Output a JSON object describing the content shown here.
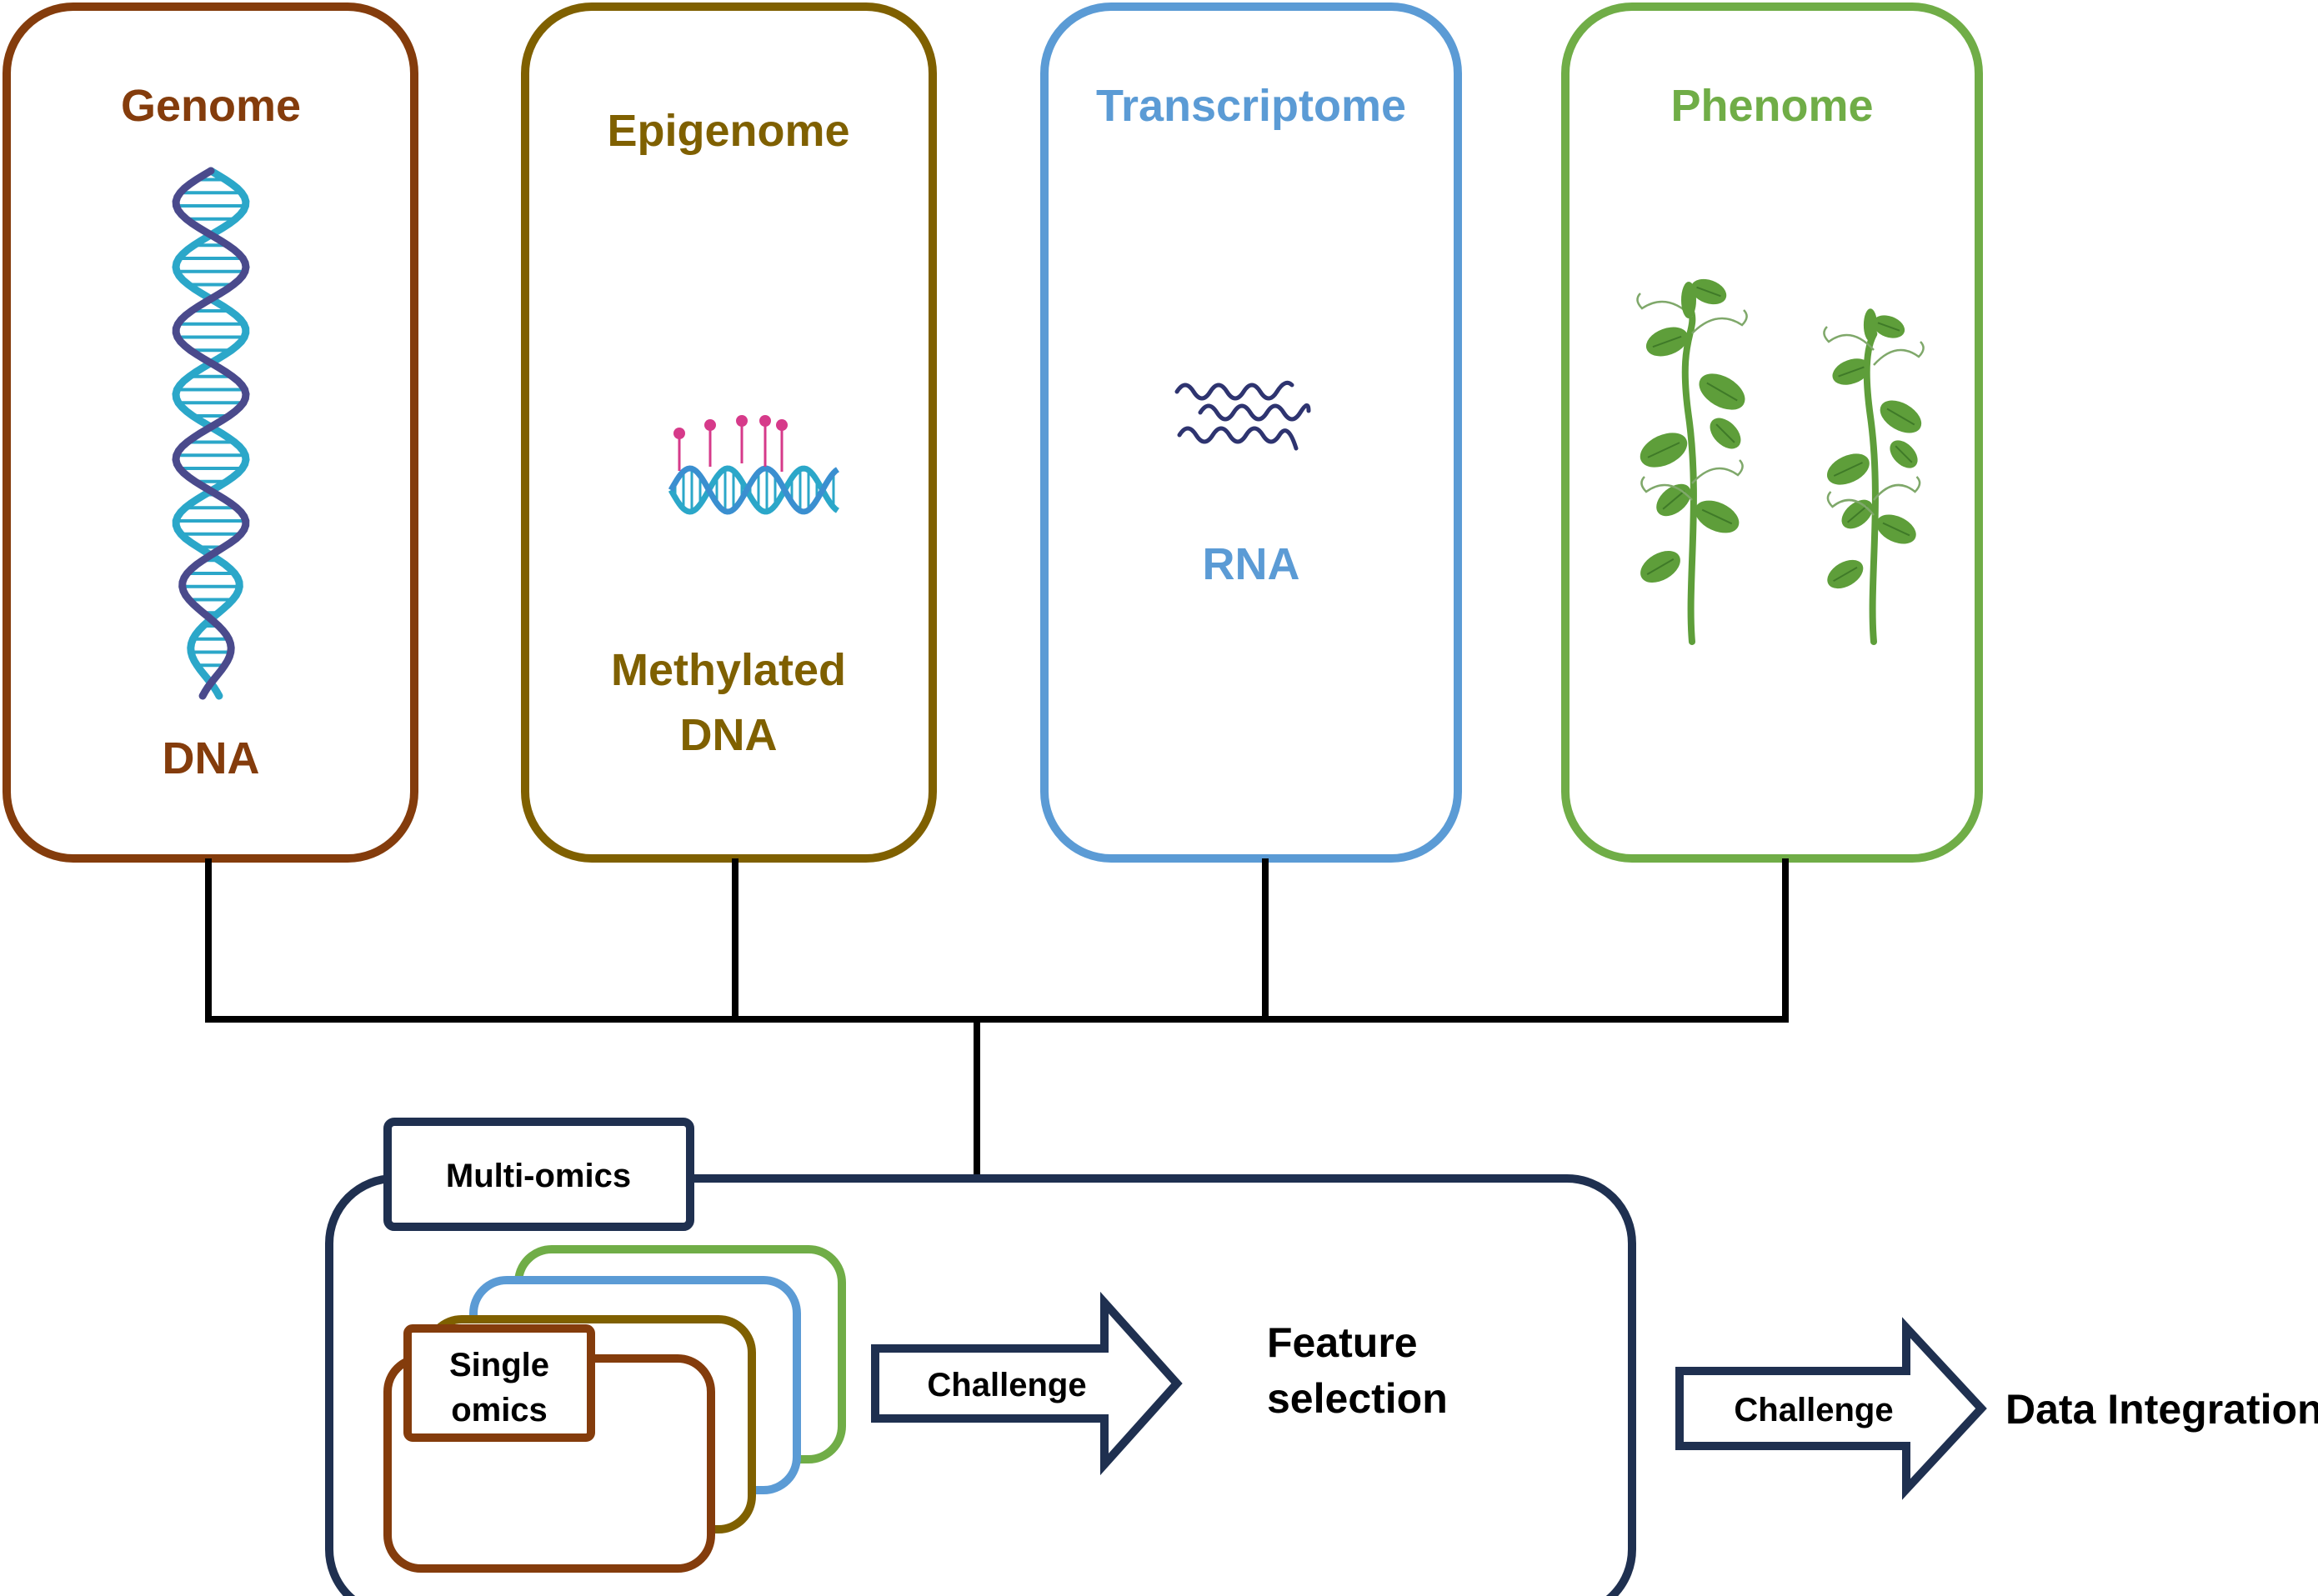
{
  "omics": [
    {
      "title": "Genome",
      "subtitle_lines": [
        "DNA"
      ],
      "color": "#843C0C"
    },
    {
      "title": "Epigenome",
      "subtitle_lines": [
        "Methylated",
        "DNA"
      ],
      "color": "#7F6000"
    },
    {
      "title": "Transcriptome",
      "subtitle_lines": [
        "RNA"
      ],
      "color": "#5B9BD5"
    },
    {
      "title": "Phenome",
      "subtitle_lines": [],
      "color": "#70AD47"
    }
  ],
  "multi_omics": {
    "tab_label": "Multi-omics",
    "single_omics_lines": [
      "Single",
      "omics"
    ],
    "arrow_label": "Challenge",
    "result_lines": [
      "Feature",
      "selection"
    ],
    "border_color": "#1F3050"
  },
  "integration": {
    "arrow_label": "Challenge",
    "result": "Data Integration"
  },
  "icons": {
    "dna": "dna-helix-icon",
    "methylated_dna": "methylated-dna-icon",
    "rna": "rna-strands-icon",
    "plants": "pea-plant-icon"
  },
  "colors": {
    "connector": "#000000",
    "leaf": "#5E9E3A",
    "leaf_dark": "#3F7A28",
    "methyl": "#D63A8A",
    "dna_a": "#2BA7C9",
    "dna_b": "#4A4A8C",
    "rna": "#2E3470"
  }
}
